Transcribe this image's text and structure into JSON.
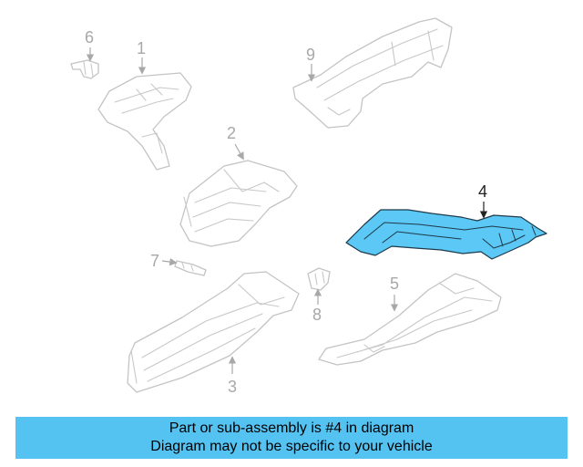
{
  "diagram": {
    "highlighted_part": "4",
    "parts": [
      {
        "number": "1"
      },
      {
        "number": "2"
      },
      {
        "number": "3"
      },
      {
        "number": "4"
      },
      {
        "number": "5"
      },
      {
        "number": "6"
      },
      {
        "number": "7"
      },
      {
        "number": "8"
      },
      {
        "number": "9"
      }
    ],
    "colors": {
      "highlight_fill": "#5bc8f5",
      "banner_background": "#55c3f2",
      "ghost_stroke": "#c4c4c4",
      "label_active": "#222222",
      "label_inactive": "#a8a8a8"
    }
  },
  "banner": {
    "line1": "Part or sub-assembly is #4 in diagram",
    "line2": "Diagram may not be specific to your vehicle"
  }
}
